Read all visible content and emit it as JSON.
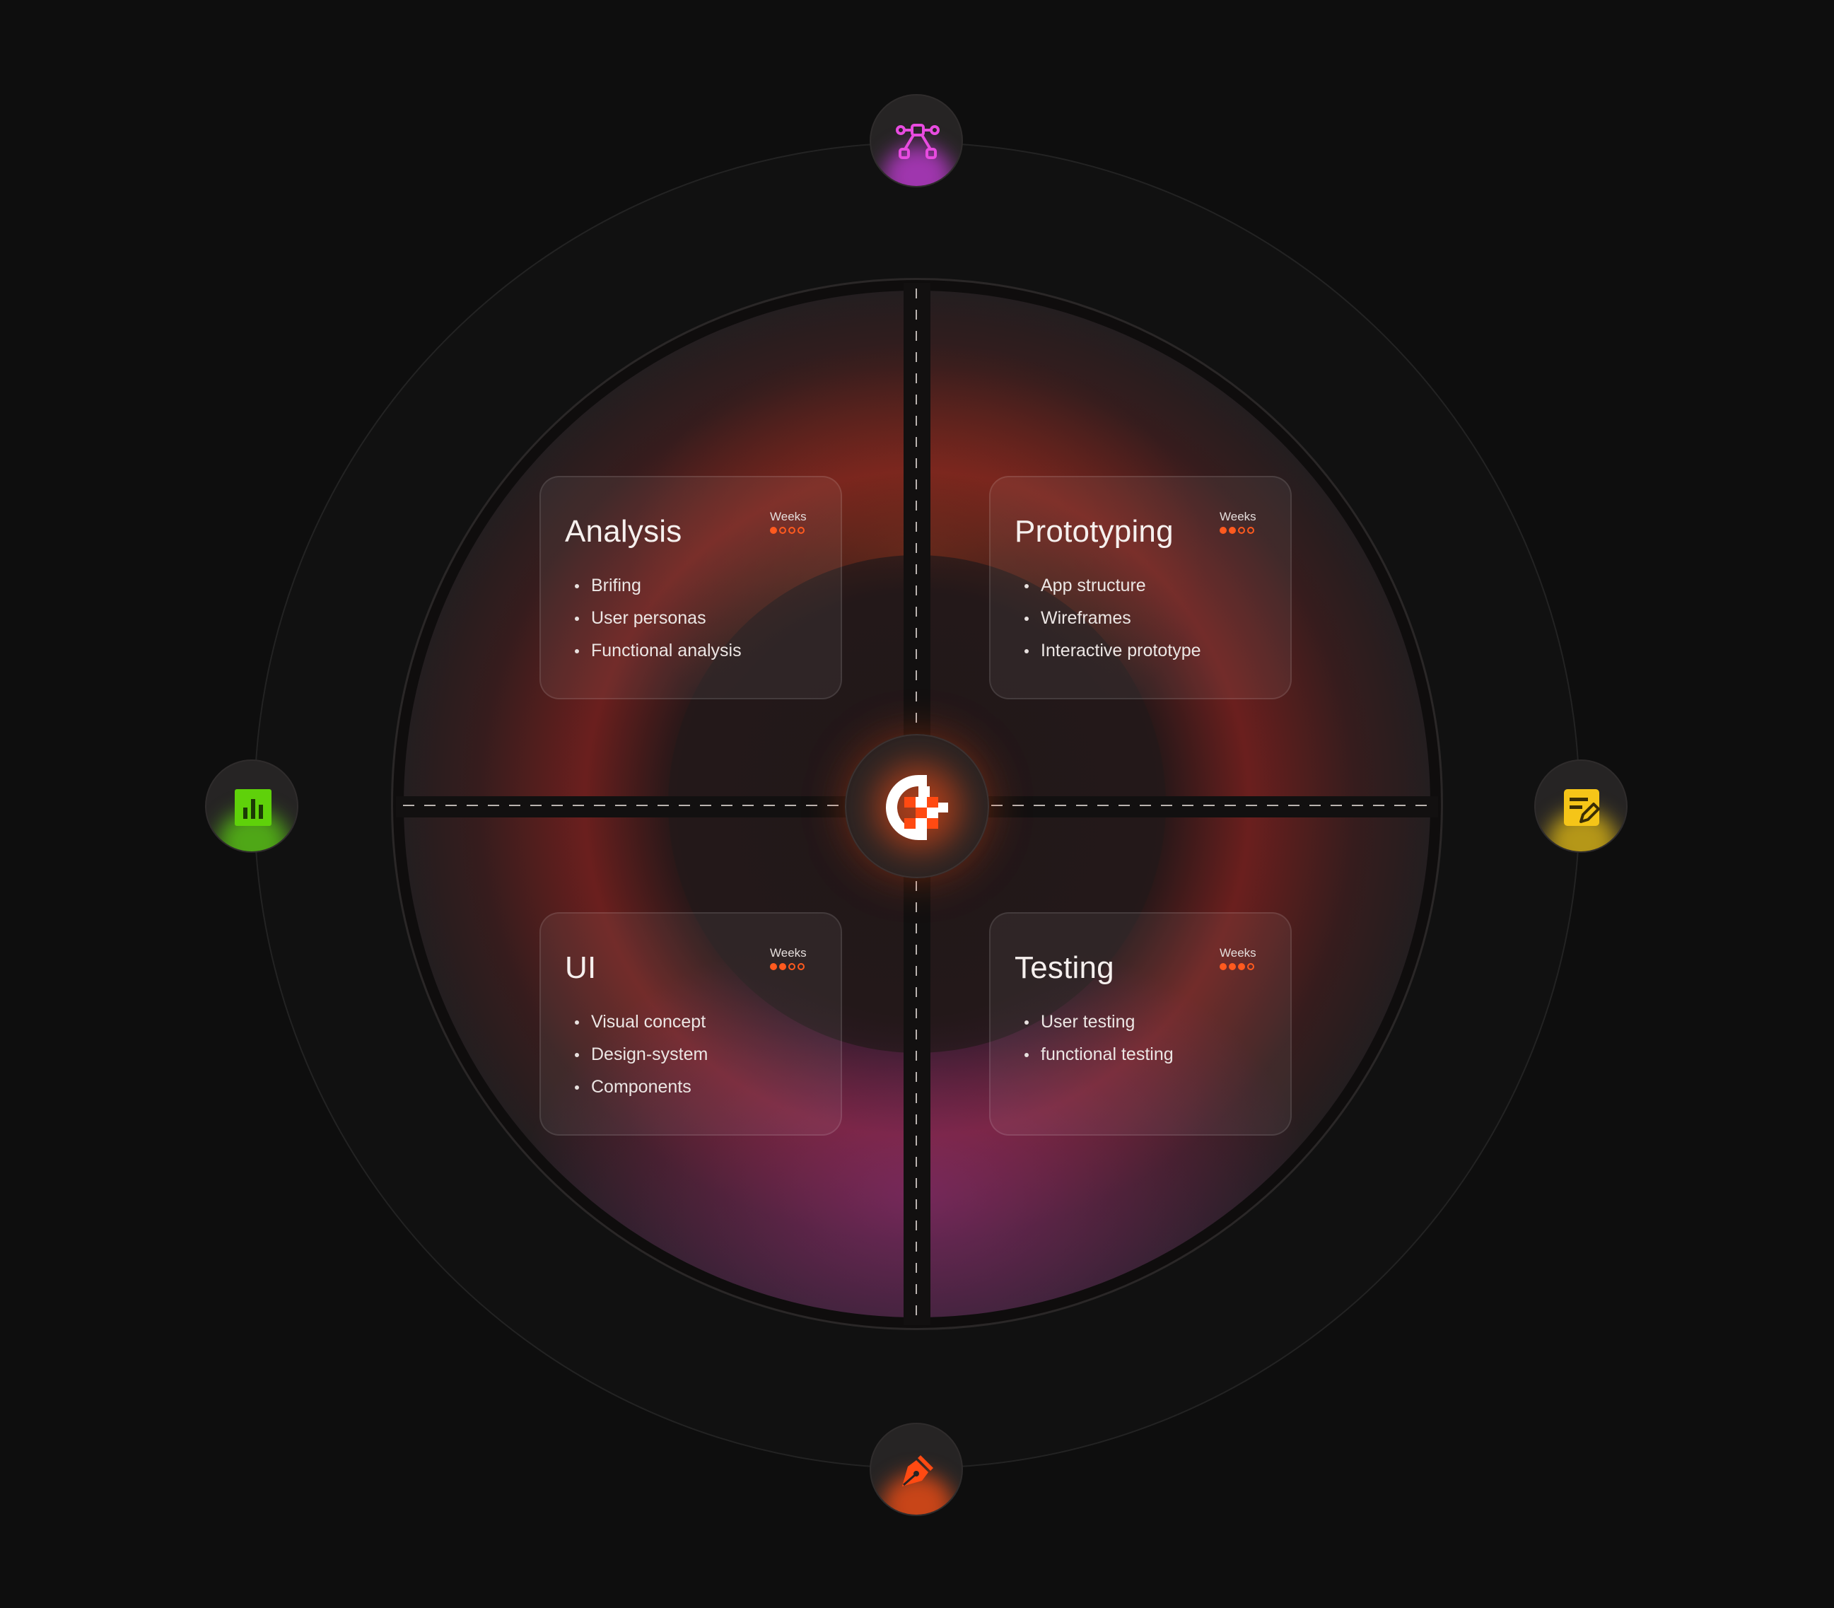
{
  "colors": {
    "accent": "#ff5a1f",
    "background": "#0e0e0e",
    "node_top": "#e84be0",
    "node_left": "#5fd10a",
    "node_right": "#f5c518",
    "node_bottom": "#ff4a12"
  },
  "icons": {
    "top": "vector-path-icon",
    "left": "bar-chart-icon",
    "right": "note-edit-icon",
    "bottom": "pen-nib-icon",
    "center": "logo-icon"
  },
  "cards": [
    {
      "title": "Analysis",
      "weeks_label": "Weeks",
      "weeks": 1,
      "weeks_max": 4,
      "items": [
        "Brifing",
        "User personas",
        "Functional analysis"
      ]
    },
    {
      "title": "Prototyping",
      "weeks_label": "Weeks",
      "weeks": 2,
      "weeks_max": 4,
      "items": [
        "App structure",
        "Wireframes",
        "Interactive prototype"
      ]
    },
    {
      "title": "UI",
      "weeks_label": "Weeks",
      "weeks": 2,
      "weeks_max": 4,
      "items": [
        "Visual concept",
        " Design-system",
        "Components"
      ]
    },
    {
      "title": "Testing",
      "weeks_label": "Weeks",
      "weeks": 3,
      "weeks_max": 4,
      "items": [
        "User testing",
        "functional testing"
      ]
    }
  ]
}
